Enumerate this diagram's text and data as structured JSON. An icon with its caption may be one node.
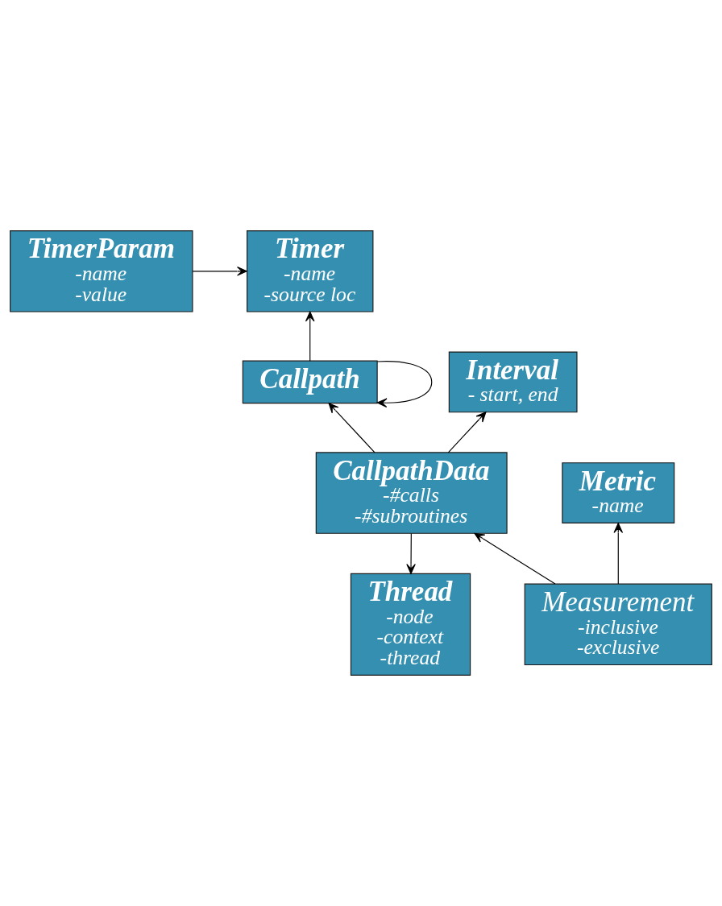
{
  "diagram": {
    "nodes": [
      {
        "text": [
          "Timer",
          "-name",
          "-source loc"
        ]
      },
      {
        "text": [
          "TimerParam",
          "-name",
          "-value"
        ]
      },
      {
        "text": [
          "Callpath"
        ]
      },
      {
        "text": [
          "Interval",
          "- start, end"
        ]
      },
      {
        "text": [
          "CallpathData",
          "-#calls",
          "-#subroutines"
        ]
      },
      {
        "text": [
          "Metric",
          "-name"
        ]
      },
      {
        "text": [
          "Thread",
          "-node",
          "-context",
          "-thread"
        ]
      },
      {
        "text": [
          "Measurement",
          "-inclusive",
          "-exclusive"
        ]
      }
    ],
    "edges": [
      {
        "from": 1,
        "to": 0,
        "arrow": "to"
      },
      {
        "from": 2,
        "to": 0,
        "arrow": "to"
      },
      {
        "from": 2,
        "to": 2,
        "arrow": "to"
      },
      {
        "from": 4,
        "to": 2,
        "arrow": "to"
      },
      {
        "from": 4,
        "to": 3,
        "arrow": "to"
      },
      {
        "from": 4,
        "to": 6,
        "arrow": "to"
      },
      {
        "from": 7,
        "to": 4,
        "arrow": "to"
      },
      {
        "from": 7,
        "to": 5,
        "arrow": "to"
      }
    ]
  }
}
